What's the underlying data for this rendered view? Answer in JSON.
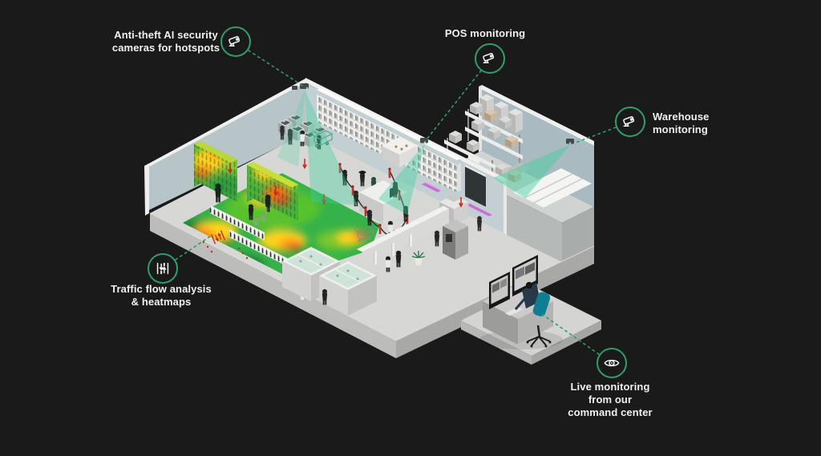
{
  "page": {
    "background_color": "#1a1a1a"
  },
  "theme": {
    "accent_green": "#2f9e68",
    "label_text_color": "#f0f0f0",
    "camera_cone_color": "#3ecf9f",
    "heatmap_palette": [
      "#128034",
      "#58c22e",
      "#ffd31f",
      "#ff8a1e",
      "#e33a22"
    ],
    "stanchion_red": "#b8352a",
    "conveyor_purple": "#cb6fd8",
    "chair_teal": "#0f7d93"
  },
  "annotations": {
    "anti_theft": {
      "line1": "Anti-theft AI security",
      "line2": "cameras for hotspots",
      "icon": "cctv-camera-icon"
    },
    "pos": {
      "line1": "POS monitoring",
      "icon": "cctv-camera-icon"
    },
    "warehouse": {
      "line1": "Warehouse",
      "line2": "monitoring",
      "icon": "cctv-camera-icon"
    },
    "traffic": {
      "line1": "Traffic flow analysis",
      "line2": "& heatmaps",
      "icon": "traffic-flow-icon"
    },
    "live": {
      "line1": "Live monitoring",
      "line2": "from our",
      "line3": "command center",
      "icon": "eye-icon"
    }
  },
  "scene": {
    "description": "Isometric cutaway of a retail store monitored by AI security cameras",
    "areas": [
      "store floor",
      "grocery shelves",
      "freezers",
      "heatmap zone",
      "checkout queue",
      "POS counter",
      "warehouse platform",
      "entrance gates",
      "command center desk"
    ]
  }
}
